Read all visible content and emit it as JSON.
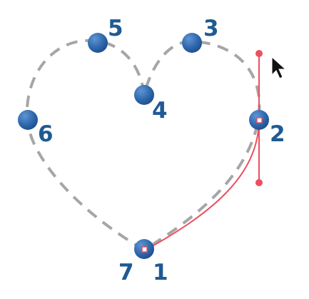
{
  "colors": {
    "node_fill": "#2f68ad",
    "label_text": "#1f5a93",
    "outline": "#a6a6a6",
    "control": "#ea5060",
    "background": "#ffffff"
  },
  "labels": {
    "n1": "1",
    "n2": "2",
    "n3": "3",
    "n4": "4",
    "n5": "5",
    "n6": "6",
    "n7": "7"
  },
  "cursor": "arrow-cursor-icon"
}
